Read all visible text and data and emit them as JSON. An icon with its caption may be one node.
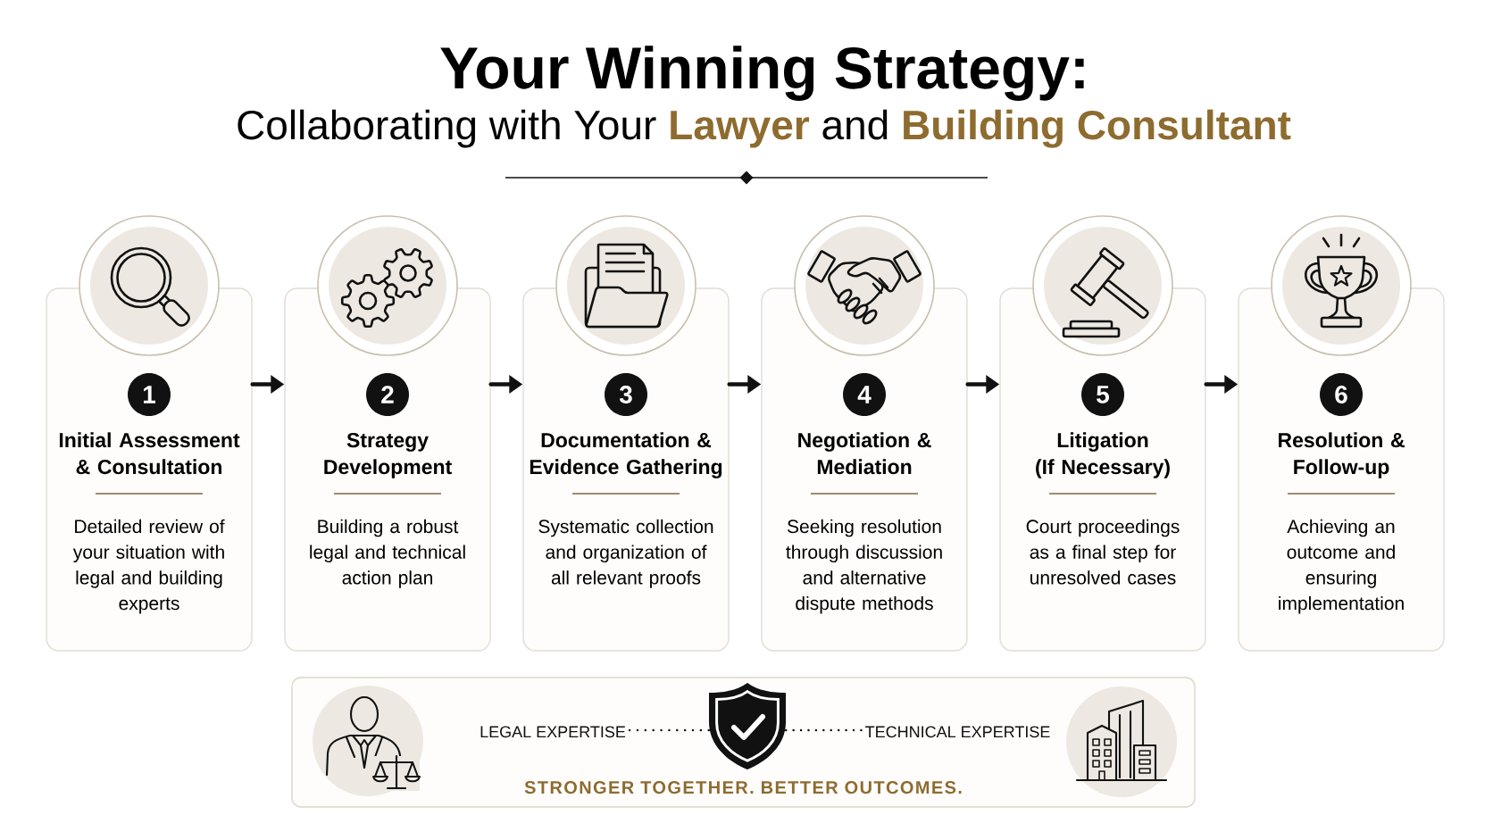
{
  "diagram": {
    "title": "Your Winning Strategy:",
    "nodes": [
      {
        "text": [
          "Initial Assessment & Consultation",
          "Detailed review of your situation with legal and building experts"
        ]
      },
      {
        "text": [
          "1"
        ],
        "in": 0
      },
      {
        "text": [
          "Strategy Development",
          "Building a robust legal and technical action plan"
        ]
      },
      {
        "text": [
          "2"
        ],
        "in": 2
      },
      {
        "text": [
          "Documentation & Evidence Gathering",
          "Systematic collection and organization of all relevant proofs"
        ]
      },
      {
        "text": [
          "3"
        ],
        "in": 4
      },
      {
        "text": [
          "Negotiation & Mediation",
          "Seeking resolution through discussion and alternative dispute methods"
        ]
      },
      {
        "text": [
          "4"
        ],
        "in": 6
      },
      {
        "text": [
          "Litigation (If Necessary)",
          "Court proceedings as a final step for unresolved cases"
        ]
      },
      {
        "text": [
          "5"
        ],
        "in": 8
      },
      {
        "text": [
          "Resolution & Follow-up",
          "Achieving an outcome and ensuring implementation"
        ]
      },
      {
        "text": [
          "6"
        ],
        "in": 10
      },
      {
        "text": [
          "STRONGER TOGETHER. BETTER OUTCOMES."
        ]
      },
      {
        "text": [
          "LEGAL EXPERTISE"
        ],
        "in": 12
      },
      {
        "text": [],
        "shape": "shield",
        "in": 12
      },
      {
        "text": [
          "TECHNICAL EXPERTISE"
        ],
        "in": 12
      }
    ],
    "edges": [
      {
        "from": 0,
        "to": 2,
        "arrow": "to"
      },
      {
        "from": 2,
        "to": 4,
        "arrow": "to"
      },
      {
        "from": 4,
        "to": 6,
        "arrow": "to"
      },
      {
        "from": 6,
        "to": 8,
        "arrow": "to"
      },
      {
        "from": 8,
        "to": 10,
        "arrow": "to"
      },
      {
        "from": 13,
        "to": 14,
        "arrow": "none",
        "style": "dashed"
      },
      {
        "from": 14,
        "to": 15,
        "arrow": "none",
        "style": "dashed"
      }
    ],
    "labels": [
      "Collaborating with Your **Lawyer** and **Building Consultant**"
    ]
  }
}
